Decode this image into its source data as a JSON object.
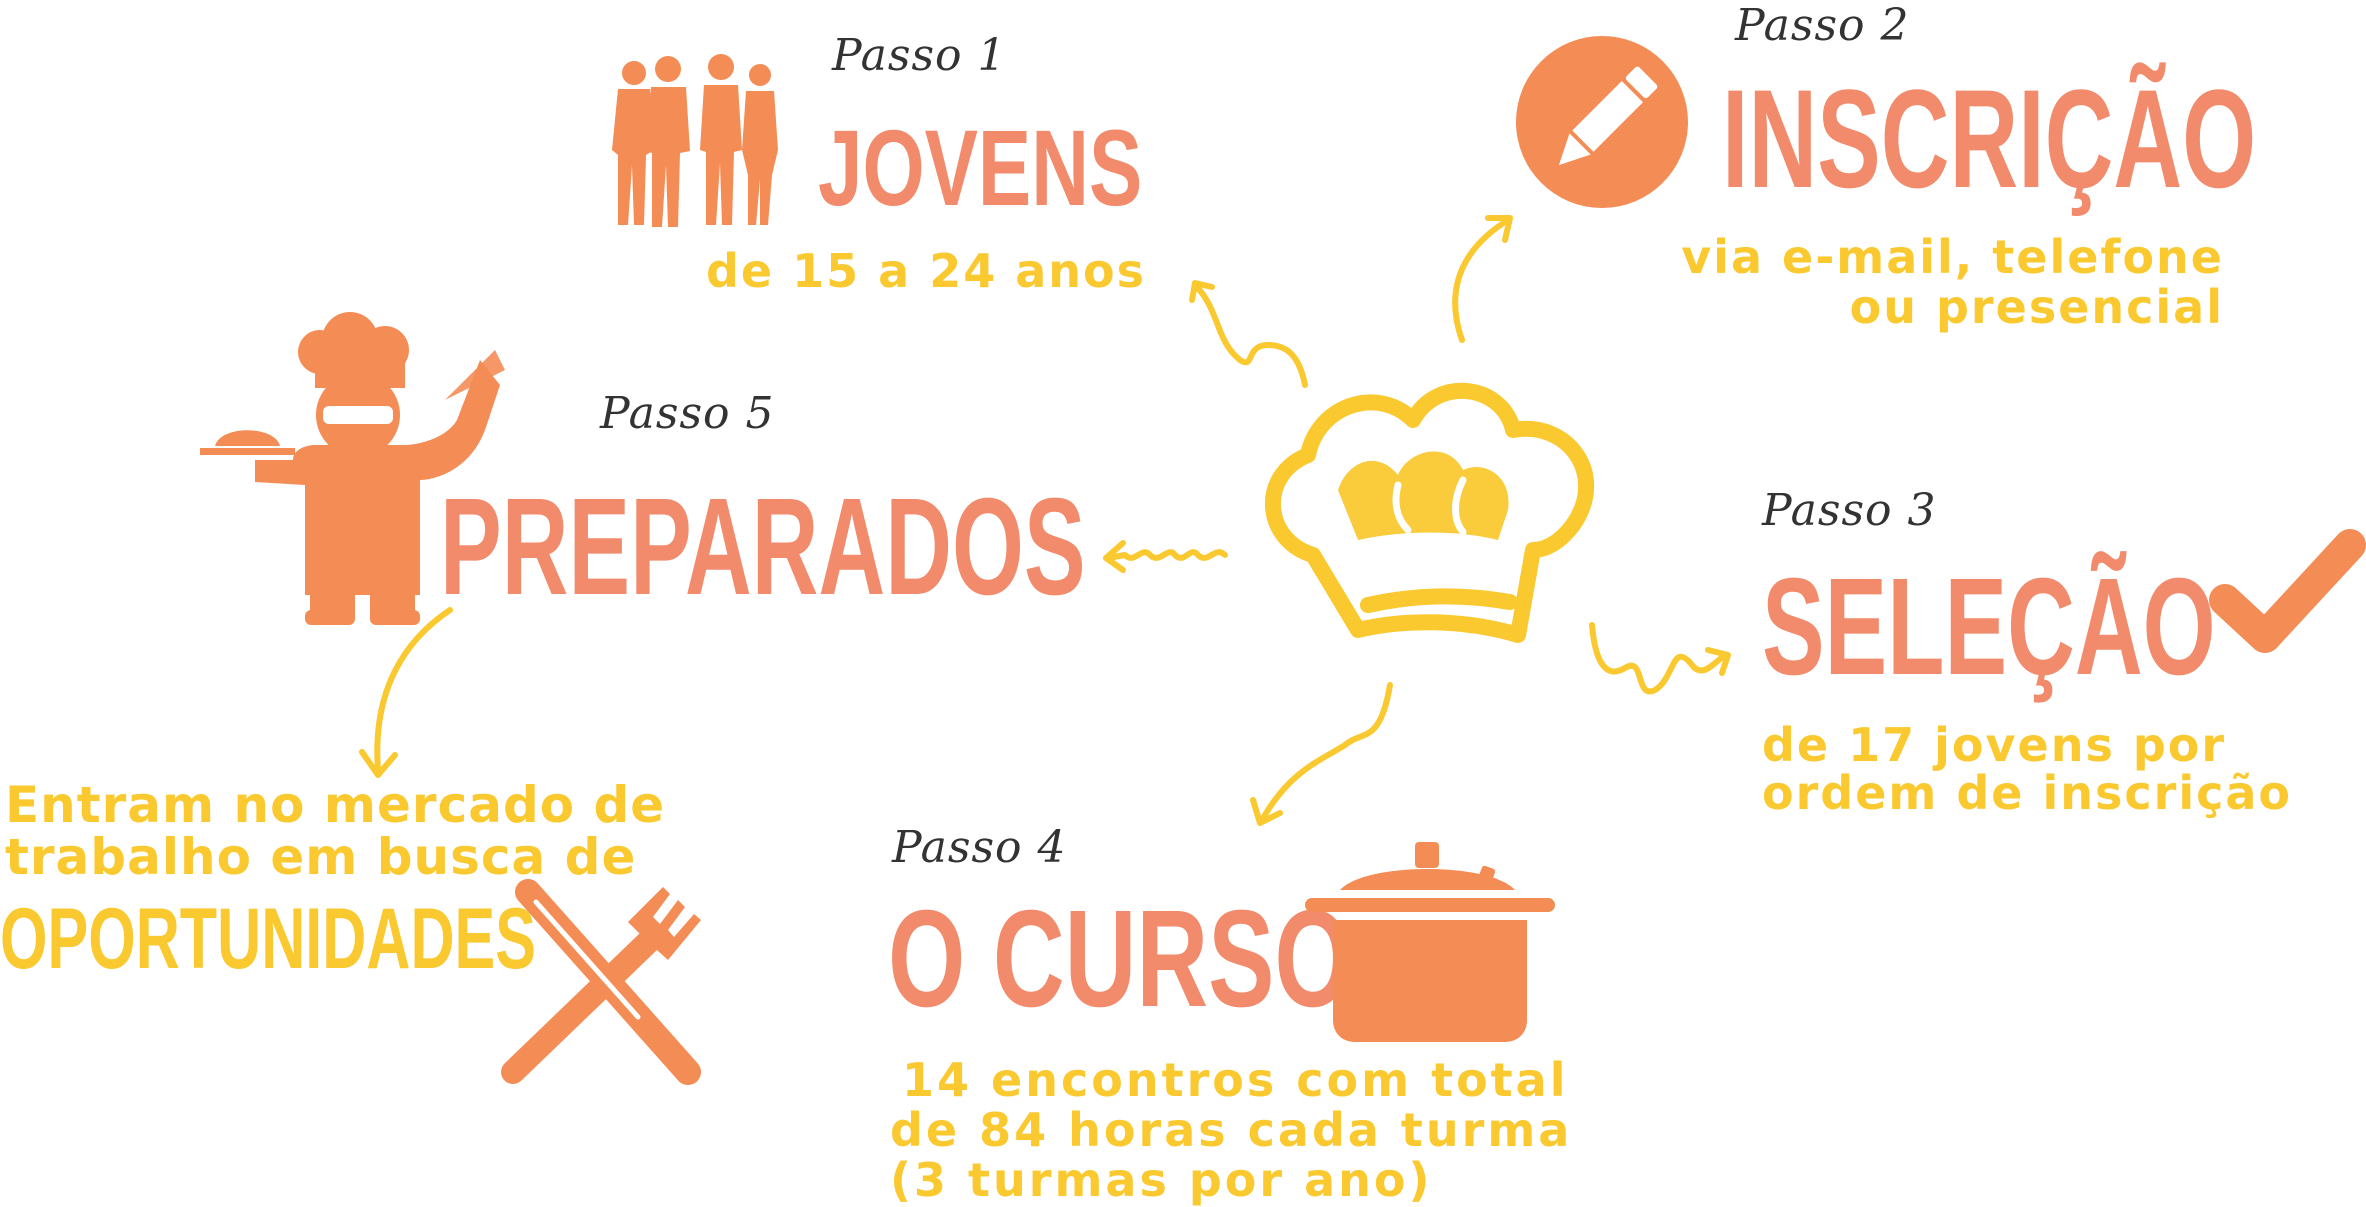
{
  "colors": {
    "orange": "#f48c55",
    "salmon": "#f28a6c",
    "yellow": "#fac82f",
    "dark": "#333333"
  },
  "center": {
    "icon": "chef-hat-icon"
  },
  "steps": [
    {
      "id": "jovens",
      "step_label": "Passo 1",
      "title": "JOVENS",
      "lines": [
        "de 15 a 24 anos"
      ],
      "icon": "people-silhouettes-icon"
    },
    {
      "id": "inscricao",
      "step_label": "Passo 2",
      "title": "INSCRIÇÃO",
      "lines": [
        "via e-mail, telefone",
        "ou presencial"
      ],
      "icon": "pencil-icon"
    },
    {
      "id": "selecao",
      "step_label": "Passo 3",
      "title": "SELEÇÃO",
      "lines": [
        "de 17 jovens por",
        "ordem de inscrição"
      ],
      "icon": "checkmark-icon"
    },
    {
      "id": "curso",
      "step_label": "Passo 4",
      "title": "O CURSO",
      "lines": [
        "14 encontros com total",
        "de 84 horas cada turma",
        "(3 turmas por ano)"
      ],
      "icon": "cooking-pot-icon"
    },
    {
      "id": "preparados",
      "step_label": "Passo 5",
      "title": "PREPARADOS",
      "lines": [],
      "icon": "chef-serving-icon"
    }
  ],
  "final": {
    "lines": [
      "Entram no mercado de",
      "trabalho em busca de"
    ],
    "title": "OPORTUNIDADES",
    "icon": "knife-fork-icon"
  }
}
